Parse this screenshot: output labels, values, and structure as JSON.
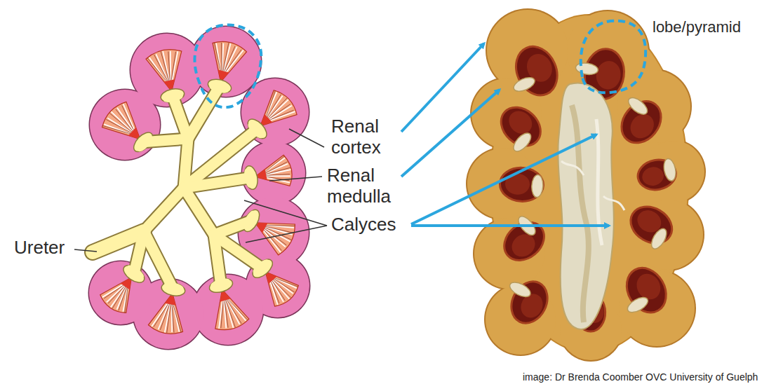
{
  "diagram": {
    "labels": [
      "lobe/pyramid",
      "Renal cortex",
      "Renal medulla",
      "Calyces",
      "Ureter",
      "image: Dr Brenda Coomber OVC University of Guelph"
    ]
  }
}
